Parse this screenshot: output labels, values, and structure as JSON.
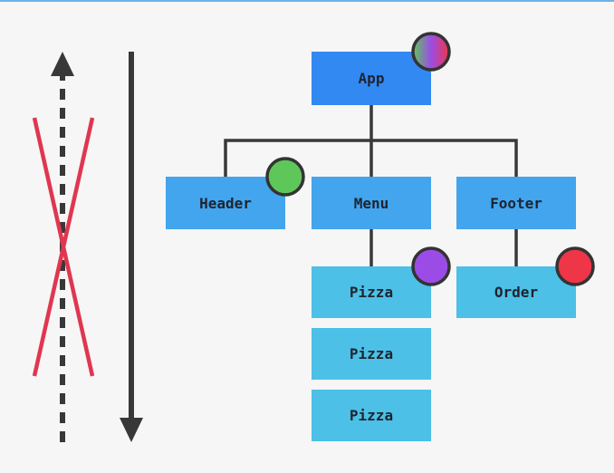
{
  "colors": {
    "background": "#f6f6f6",
    "top_border": "#6fb3ea",
    "root_node": "#3389f2",
    "level1_node": "#42a5ee",
    "level2_node": "#4cc0e6",
    "connector": "#383838",
    "arrow": "#383838",
    "cross": "#e0364f",
    "badge_green": "#5ec75a",
    "badge_purple": "#9b4ce6",
    "badge_red": "#ef3548",
    "badge_outline": "#333333",
    "rainbow_badge": [
      "#5ec75a",
      "#9b4ce6",
      "#ef3548"
    ]
  },
  "tree": {
    "app": {
      "label": "App"
    },
    "header": {
      "label": "Header"
    },
    "menu": {
      "label": "Menu"
    },
    "footer": {
      "label": "Footer"
    },
    "pizza_1": {
      "label": "Pizza"
    },
    "pizza_2": {
      "label": "Pizza"
    },
    "pizza_3": {
      "label": "Pizza"
    },
    "order": {
      "label": "Order"
    }
  },
  "badges": {
    "app": "gradient",
    "header": "green",
    "pizza_1": "purple",
    "order": "red"
  },
  "arrows": {
    "upward": {
      "direction": "up",
      "style": "dashed",
      "crossed_out": true
    },
    "downward": {
      "direction": "down",
      "style": "solid",
      "crossed_out": false
    }
  }
}
